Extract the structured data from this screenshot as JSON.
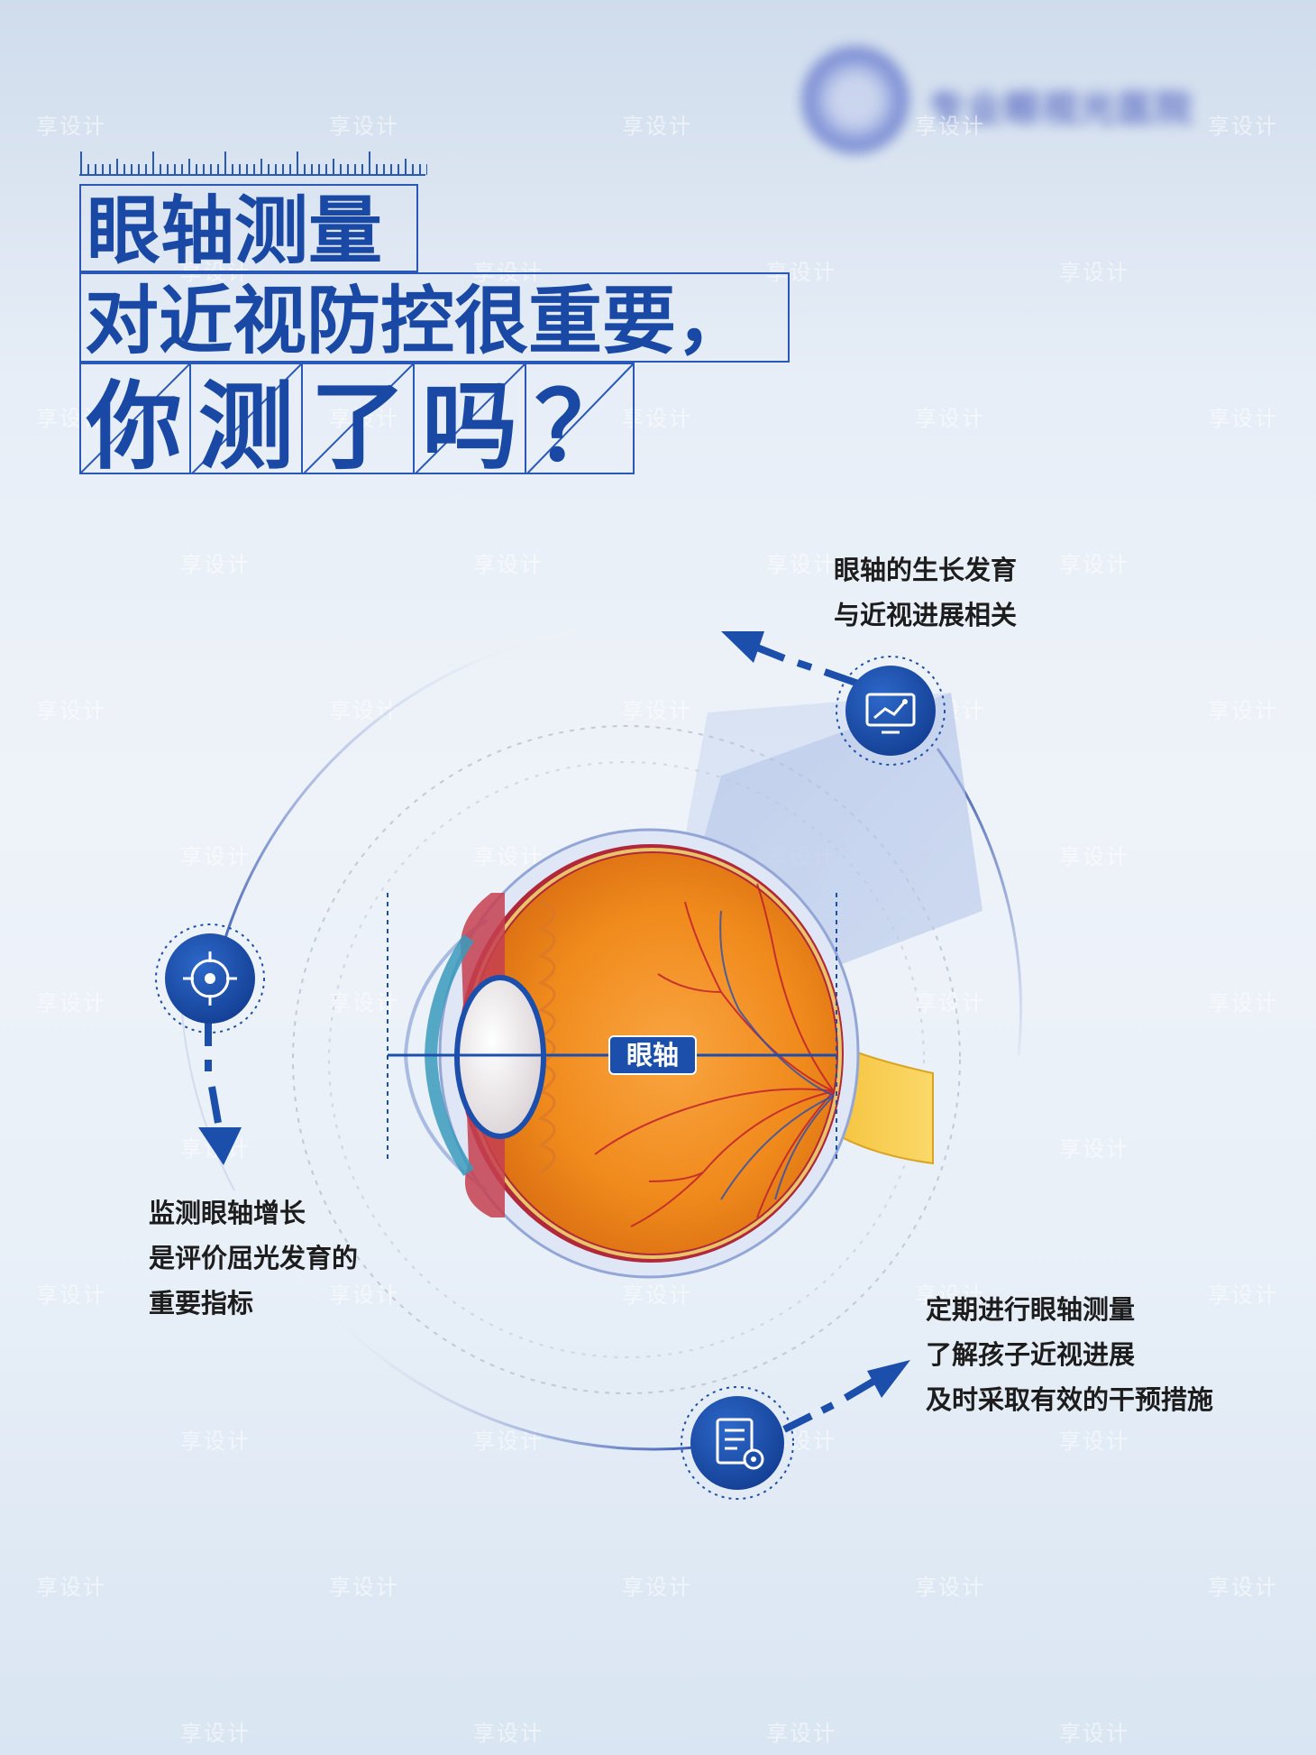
{
  "brand": {
    "logo_text": "专业眼视光医院"
  },
  "watermark": "享设计",
  "title": {
    "line1": "眼轴测量",
    "line2": "对近视防控很重要，",
    "line3_chars": [
      "你",
      "测",
      "了",
      "吗",
      "？"
    ]
  },
  "diagram": {
    "axis_label": "眼轴"
  },
  "callouts": {
    "top": [
      "眼轴的生长发育",
      "与近视进展相关"
    ],
    "left": [
      "监测眼轴增长",
      "是评价屈光发育的",
      "重要指标"
    ],
    "bottom": [
      "定期进行眼轴测量",
      "了解孩子近视进展",
      "及时采取有效的干预措施"
    ]
  },
  "icons": {
    "top": "chart-monitor-icon",
    "left": "target-crosshair-icon",
    "bottom": "document-settings-icon"
  },
  "colors": {
    "primary_blue": "#1b4fab",
    "title_blue": "#1948a5",
    "eye_orange": "#f08a1c"
  }
}
